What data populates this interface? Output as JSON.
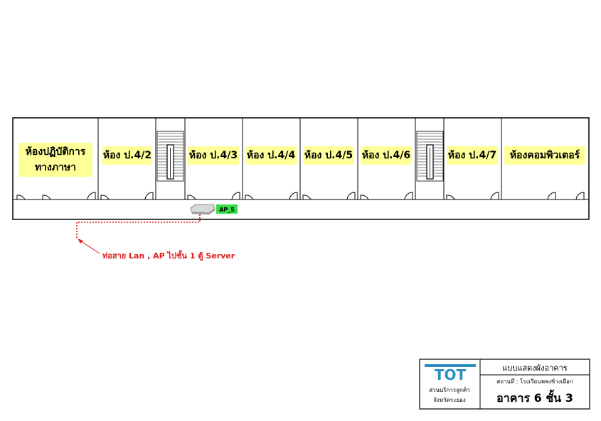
{
  "rooms": [
    {
      "label_lines": [
        "ห้องปฏิบัติการ",
        "ทางภาษา"
      ]
    },
    {
      "label_lines": [
        "ห้อง ป.4/2"
      ]
    },
    {
      "label_lines": [
        "ห้อง ป.4/3"
      ]
    },
    {
      "label_lines": [
        "ห้อง ป.4/4"
      ]
    },
    {
      "label_lines": [
        "ห้อง ป.4/5"
      ]
    },
    {
      "label_lines": [
        "ห้อง ป.4/6"
      ]
    },
    {
      "label_lines": [
        "ห้อง ป.4/7"
      ]
    },
    {
      "label_lines": [
        "ห้องคอมพิวเตอร์"
      ]
    }
  ],
  "access_point": {
    "label": "AP_5"
  },
  "cable_note": "ท่อสาย Lan , AP ไปชั้น 1 ตู้ Server",
  "title_block": {
    "logo_text": "TOT",
    "org_line1": "ส่วนบริการลูกค้า",
    "org_line2": "จังหวัดระยอง",
    "drawing_title": "แบบแสดงผังอาคาร",
    "location": "สถานที่ : โรงเรียนพลงช้างเผือก",
    "building": "อาคาร 6 ชั้น 3"
  },
  "colors": {
    "label_bg": "#ffff99",
    "ap_badge": "#33dd44",
    "cable": "#e02020",
    "logo": "#2a8fbd"
  }
}
